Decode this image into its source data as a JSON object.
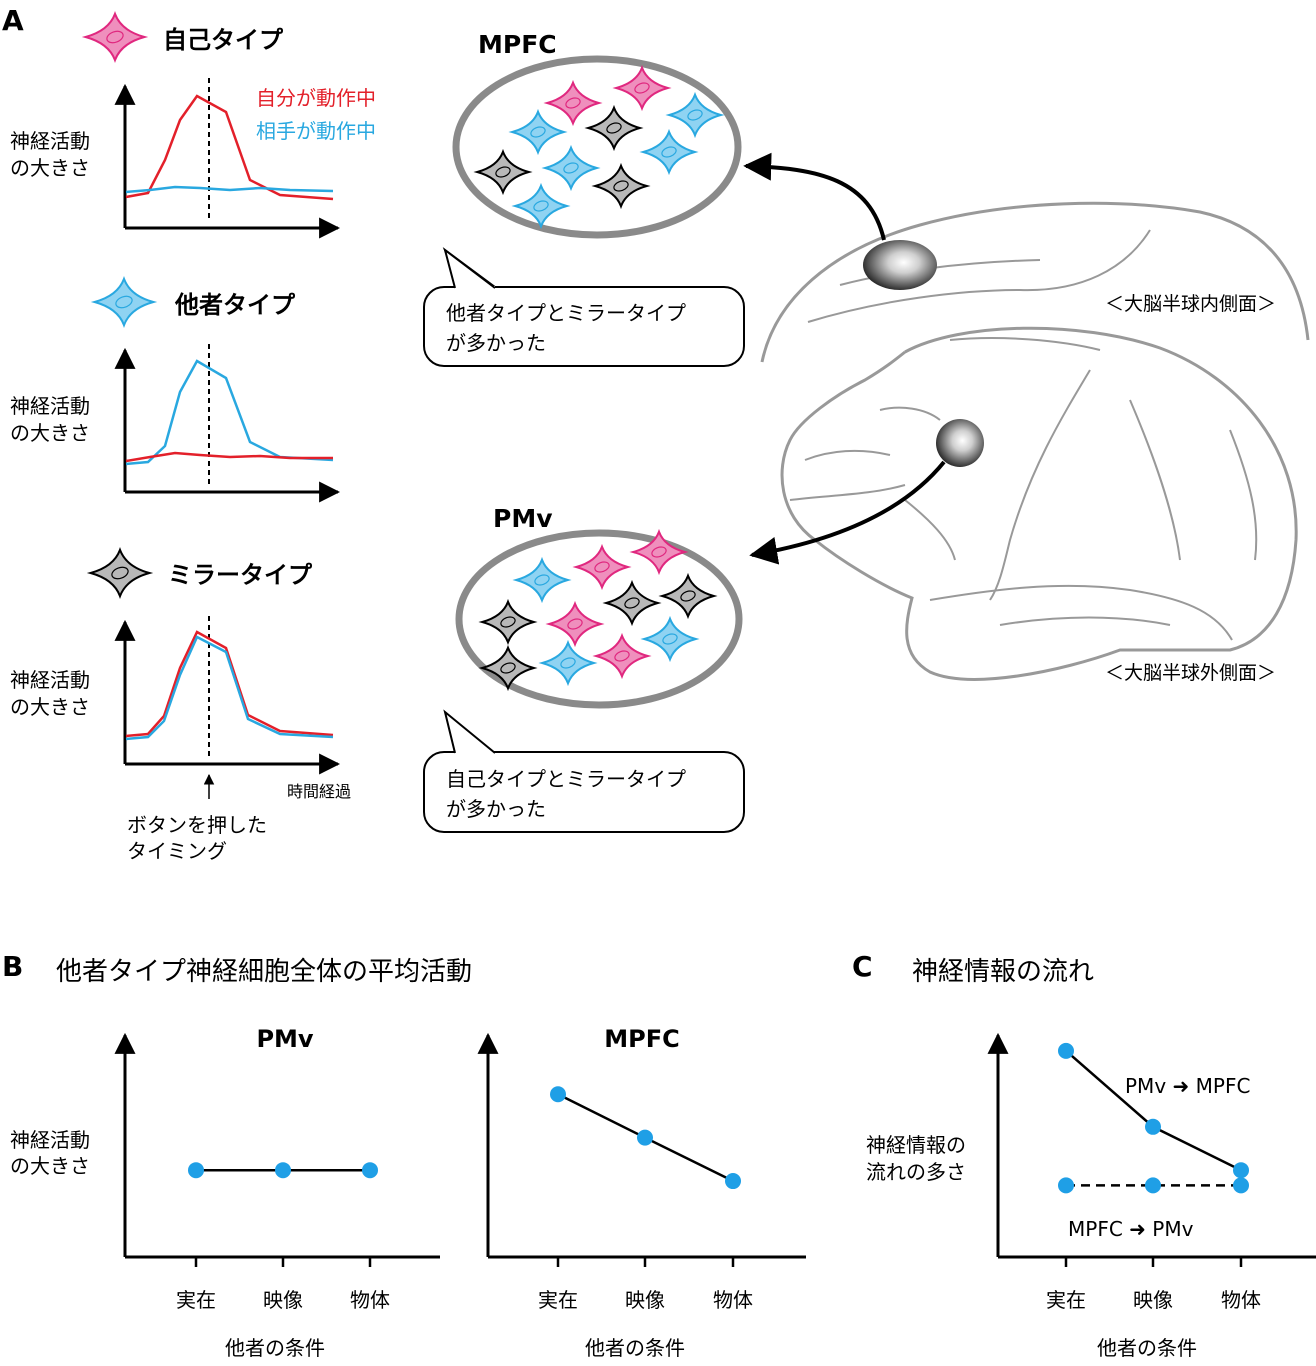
{
  "colors": {
    "self": "#e0287f",
    "other": "#29a8e0",
    "mirror": "#8c8c8c",
    "redline": "#e3202a",
    "blueline": "#29a8e0",
    "dot": "#1f9fe6",
    "ellipse": "#8a8a8a",
    "brain": "#999999"
  },
  "panelA": {
    "letter": "A",
    "types": {
      "self": "自己タイプ",
      "other": "他者タイプ",
      "mirror": "ミラータイプ"
    },
    "legend": {
      "self_moving": "自分が動作中",
      "partner_moving": "相手が動作中"
    },
    "ylabel": [
      "神経活動",
      "の大きさ"
    ],
    "xlabel": "時間経過",
    "button_note": [
      "ボタンを押した",
      "タイミング"
    ],
    "regions": {
      "mpfc": "MPFC",
      "pmv": "PMv"
    },
    "bubble_mpfc": [
      "他者タイプとミラータイプ",
      "が多かった"
    ],
    "bubble_pmv": [
      "自己タイプとミラータイプ",
      "が多かった"
    ],
    "brain_medial": "＜大脳半球内側面＞",
    "brain_lateral": "＜大脳半球外側面＞"
  },
  "panelB": {
    "letter": "B",
    "title": "他者タイプ神経細胞全体の平均活動",
    "ylabel": [
      "神経活動",
      "の大きさ"
    ],
    "xlabel": "他者の条件"
  },
  "panelC": {
    "letter": "C",
    "title": "神経情報の流れ",
    "ylabel": [
      "神経情報の",
      "流れの多さ"
    ],
    "xlabel": "他者の条件"
  },
  "chart_data": [
    {
      "type": "line",
      "title": "PMv",
      "categories": [
        "実在",
        "映像",
        "物体"
      ],
      "series": [
        {
          "values": [
            0.4,
            0.4,
            0.4
          ]
        }
      ],
      "xlabel": "他者の条件",
      "ylabel": "神経活動の大きさ",
      "ylim": [
        0,
        1
      ]
    },
    {
      "type": "line",
      "title": "MPFC",
      "categories": [
        "実在",
        "映像",
        "物体"
      ],
      "series": [
        {
          "values": [
            0.75,
            0.55,
            0.35
          ]
        }
      ],
      "xlabel": "他者の条件",
      "ylabel": "神経活動の大きさ",
      "ylim": [
        0,
        1
      ]
    },
    {
      "type": "line",
      "categories": [
        "実在",
        "映像",
        "物体"
      ],
      "series": [
        {
          "name": "PMv ➜ MPFC",
          "values": [
            0.95,
            0.6,
            0.4
          ],
          "style": "solid"
        },
        {
          "name": "MPFC ➜ PMv",
          "values": [
            0.33,
            0.33,
            0.33
          ],
          "style": "dashed"
        }
      ],
      "xlabel": "他者の条件",
      "ylabel": "神経情報の流れの多さ",
      "ylim": [
        0,
        1
      ]
    }
  ]
}
